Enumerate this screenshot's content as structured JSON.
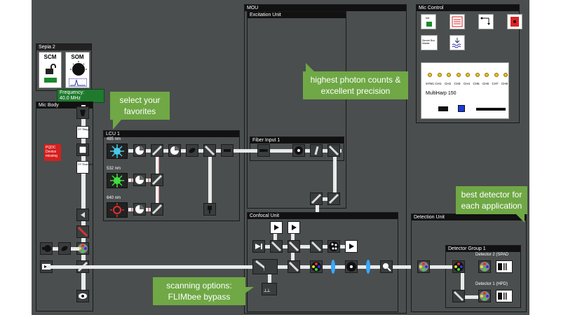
{
  "panels": {
    "sepia": "Sepia 2",
    "mic_body": "Mic Body",
    "mou": "MOU",
    "excitation_unit": "Excitation Unit",
    "mic_control": "Mic Control",
    "lcu": "LCU 1",
    "fiber_input": "Fiber Input 1",
    "confocal_unit": "Confocal Unit",
    "detection_unit": "Detection Unit",
    "detector_group": "Detector Group 1",
    "detector_2": "Detector 2 (SPAD",
    "detector_1": "Detector 1 (HPD)"
  },
  "sepia": {
    "scm": "SCM",
    "som": "SOM",
    "frequency_label": "Frequency:",
    "frequency_value": "40.0 MHz"
  },
  "lasers": [
    "485 nm",
    "532 nm",
    "640 nm"
  ],
  "mic_body_items": {
    "xy_stage": "XY Stage",
    "xy_scanner": "XY Scanner",
    "pqdc_missing": "PQDC Device missing"
  },
  "mic_control": {
    "init": "Init",
    "secure_box": "Secure Box Master",
    "multiharp_name": "MultiHarp 150",
    "channels": [
      "SYNC",
      "CH1",
      "CH2",
      "CH3",
      "CH4",
      "CH5",
      "CH6",
      "CH7",
      "CH8"
    ]
  },
  "callouts": {
    "favorites": "select your favorites",
    "photon": "highest photon counts & excellent precision",
    "detector": "best detector for each application",
    "scanning": "scanning options: FLIMbee bypass"
  },
  "colors": {
    "background": "#4a4e4e",
    "callout": "#6fa845",
    "laser_485": "#48c8e8",
    "laser_532": "#3fe03f",
    "laser_640": "#e23030"
  }
}
